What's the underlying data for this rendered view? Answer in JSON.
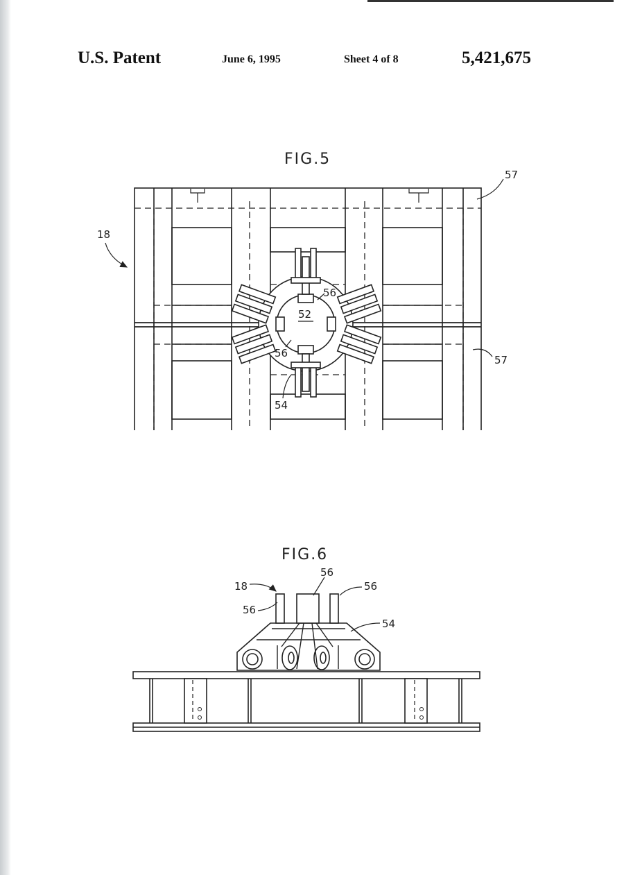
{
  "header": {
    "left": "U.S. Patent",
    "date": "June 6, 1995",
    "sheet": "Sheet 4 of 8",
    "patent_number": "5,421,675"
  },
  "figures": [
    {
      "label": "FIG.5",
      "refs": {
        "frame": "18",
        "panel_top": "57",
        "panel_bottom": "57",
        "center": "52",
        "clamp_upper": "56",
        "clamp_lower": "56",
        "bracket": "54"
      }
    },
    {
      "label": "FIG.6",
      "refs": {
        "frame": "18",
        "top_center": "56",
        "top_right": "56",
        "left": "56",
        "bracket": "54"
      }
    }
  ]
}
